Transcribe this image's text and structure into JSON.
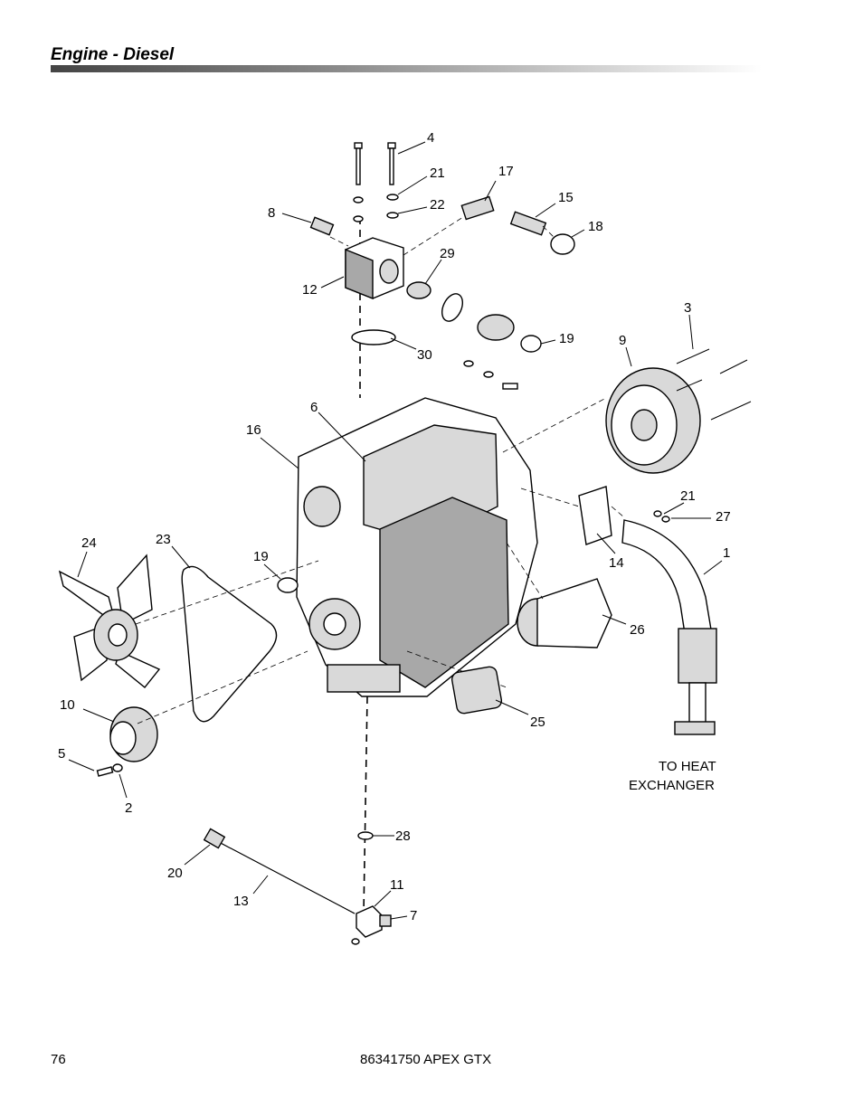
{
  "header": {
    "title": "Engine - Diesel"
  },
  "footer": {
    "page_number": "76",
    "document": "86341750  APEX GTX"
  },
  "callouts": {
    "c1": "1",
    "c2": "2",
    "c3": "3",
    "c4": "4",
    "c5": "5",
    "c6": "6",
    "c7": "7",
    "c8": "8",
    "c9": "9",
    "c10": "10",
    "c11": "11",
    "c12": "12",
    "c13": "13",
    "c14": "14",
    "c15": "15",
    "c16": "16",
    "c17": "17",
    "c18": "18",
    "c19a": "19",
    "c19b": "19",
    "c20": "20",
    "c21a": "21",
    "c21b": "21",
    "c22": "22",
    "c23": "23",
    "c24": "24",
    "c25": "25",
    "c26": "26",
    "c27": "27",
    "c28": "28",
    "c29": "29",
    "c30": "30"
  },
  "notes": {
    "to_heat_line1": "TO HEAT",
    "to_heat_line2": "EXCHANGER"
  }
}
